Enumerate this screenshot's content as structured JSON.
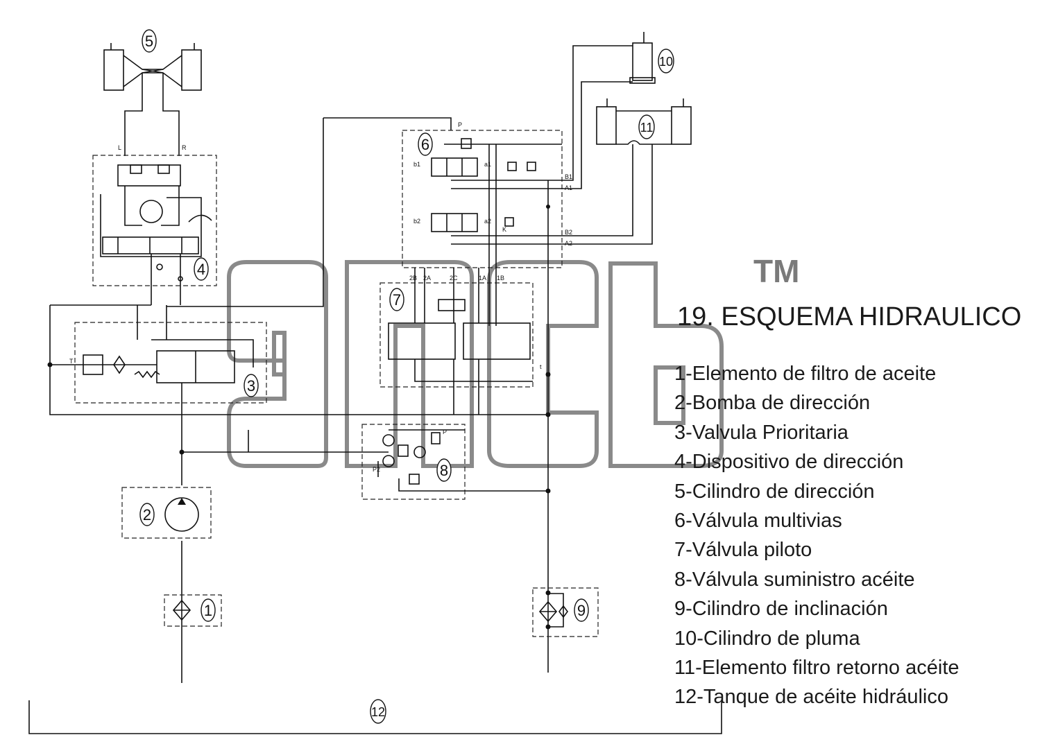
{
  "title": "19. ESQUEMA HIDRAULICO",
  "trademark": "TM",
  "watermark_logo": "ancb",
  "legend": [
    "1-Elemento de filtro de aceite",
    "2-Bomba de dirección",
    "3-Valvula Prioritaria",
    "4-Dispositivo de dirección",
    "5-Cilindro de dirección",
    "6-Válvula multivias",
    "7-Válvula piloto",
    "8-Válvula suministro acéite",
    "9-Cilindro de inclinación",
    "10-Cilindro de pluma",
    "11-Elemento filtro retorno acéite",
    "12-Tanque de acéite hidráulico"
  ],
  "component_numbers": [
    "1",
    "2",
    "3",
    "4",
    "5",
    "6",
    "7",
    "8",
    "9",
    "10",
    "11",
    "12"
  ],
  "port_labels": {
    "L": "L",
    "R": "R",
    "T": "T",
    "P": "P",
    "P2": "P2",
    "b1": "b1",
    "a1": "a1",
    "b2": "b2",
    "a2": "a2",
    "B1": "B1",
    "A1": "A1",
    "B2": "B2",
    "A2": "A2",
    "2B": "2B",
    "2A": "2A",
    "2C": "2C",
    "1A": "1A",
    "1B": "1B",
    "t": "t",
    "K": "K"
  }
}
